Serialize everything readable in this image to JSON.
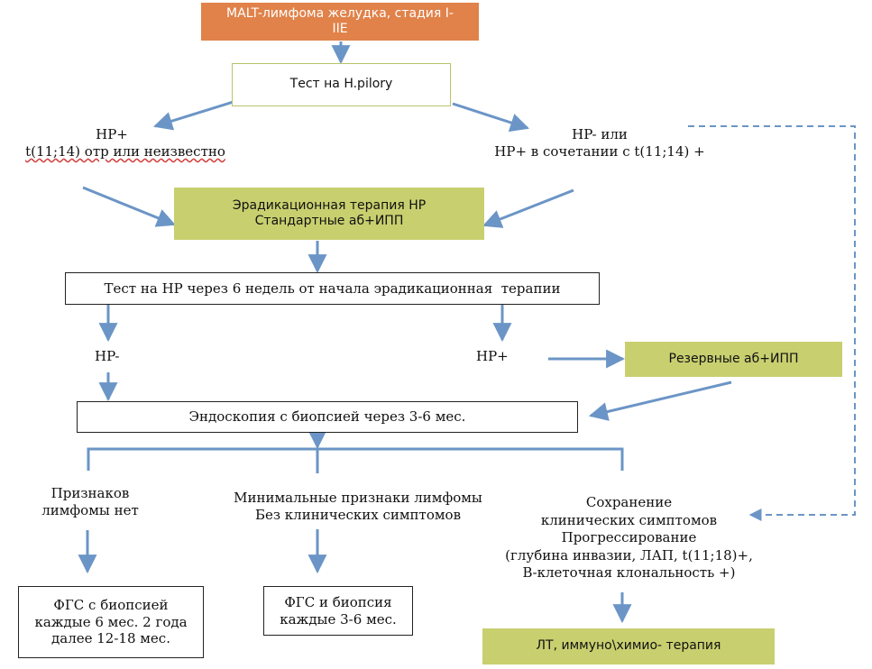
{
  "nodes": {
    "start": [
      "MALT-лимфома желудка, стадия I-",
      "IIE"
    ],
    "hp_test": [
      "Тест на H.pilory"
    ],
    "hp_pos_left": [
      "HP+",
      "t(11;14) отр или неизвестно"
    ],
    "hp_neg_right": [
      "HP- или",
      "HP+ в сочетании с t(11;14) +"
    ],
    "eradication": [
      "Эрадикационная терапия НР",
      "Стандартные аб+ИПП"
    ],
    "hp_test_6w": [
      "Тест на HP через 6 недель от начала эрадикационная  терапии"
    ],
    "hp_neg": [
      "HP-"
    ],
    "hp_pos": [
      "HP+"
    ],
    "reserve": [
      "Резервные аб+ИПП"
    ],
    "endoscopy": [
      "Эндоскопия с биопсией через 3-6 мес."
    ],
    "no_signs": [
      "Признаков",
      "лимфомы нет"
    ],
    "minimal_signs": [
      "Минимальные признаки лимфомы",
      "Без клинических симптомов"
    ],
    "persisting": [
      "Сохранение",
      "клинических симптомов",
      "Прогрессирование",
      "(глубина инвазии, ЛАП, t(11;18)+,",
      "В-клеточная клональность +)"
    ],
    "fgs_6m": [
      "ФГС с биопсией",
      "каждые 6 мес. 2 года",
      "далее 12-18 мес."
    ],
    "fgs_3_6m": [
      "ФГС и биопсия",
      "каждые 3-6 мес."
    ],
    "therapy": [
      "ЛТ, иммуно\\химио- терапия"
    ]
  },
  "colors": {
    "arrow": "#6b95c6",
    "start_fill": "#e0824a",
    "green_fill": "#c8cf6f",
    "green_border": "#b8c46a"
  }
}
